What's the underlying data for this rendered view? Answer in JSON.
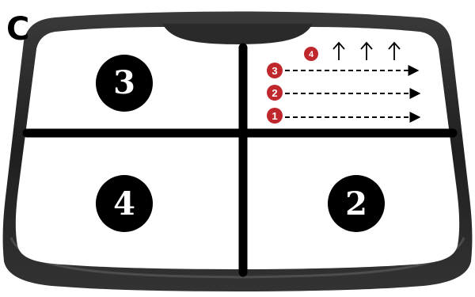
{
  "panel_letter": "C",
  "quadrants": [
    {
      "id": "top-left",
      "label": "3"
    },
    {
      "id": "bottom-left",
      "label": "4"
    },
    {
      "id": "bottom-right",
      "label": "2"
    }
  ],
  "steps": [
    {
      "label": "1",
      "direction": "right"
    },
    {
      "label": "2",
      "direction": "right"
    },
    {
      "label": "3",
      "direction": "right"
    },
    {
      "label": "4",
      "direction": "up"
    }
  ],
  "colors": {
    "frame": "#2b2b2b",
    "frame_highlight": "#5a5a5a",
    "glass": "#ffffff",
    "divider": "#000000",
    "quad_badge": "#000000",
    "step_badge": "#c0272d"
  }
}
